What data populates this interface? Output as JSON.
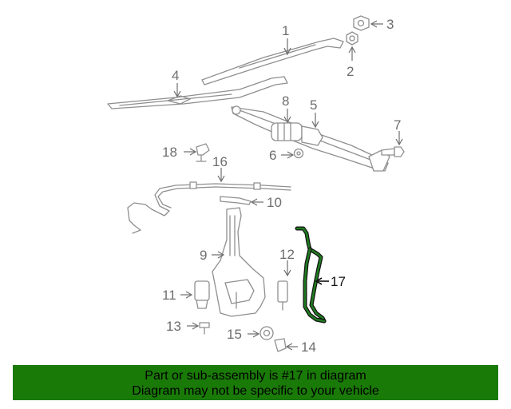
{
  "callouts": {
    "c1": "1",
    "c2": "2",
    "c3": "3",
    "c4": "4",
    "c5": "5",
    "c6": "6",
    "c7": "7",
    "c8": "8",
    "c9": "9",
    "c10": "10",
    "c11": "11",
    "c12": "12",
    "c13": "13",
    "c14": "14",
    "c15": "15",
    "c16": "16",
    "c17": "17",
    "c18": "18"
  },
  "highlighted_part": "17",
  "colors": {
    "highlight_part": "#1f7a1f",
    "banner_background": "#1a7a08",
    "part_lines": "#8f8f8f"
  },
  "banner": {
    "line1": "Part or sub-assembly is #17 in diagram",
    "line2": "Diagram may not be specific to your vehicle"
  }
}
